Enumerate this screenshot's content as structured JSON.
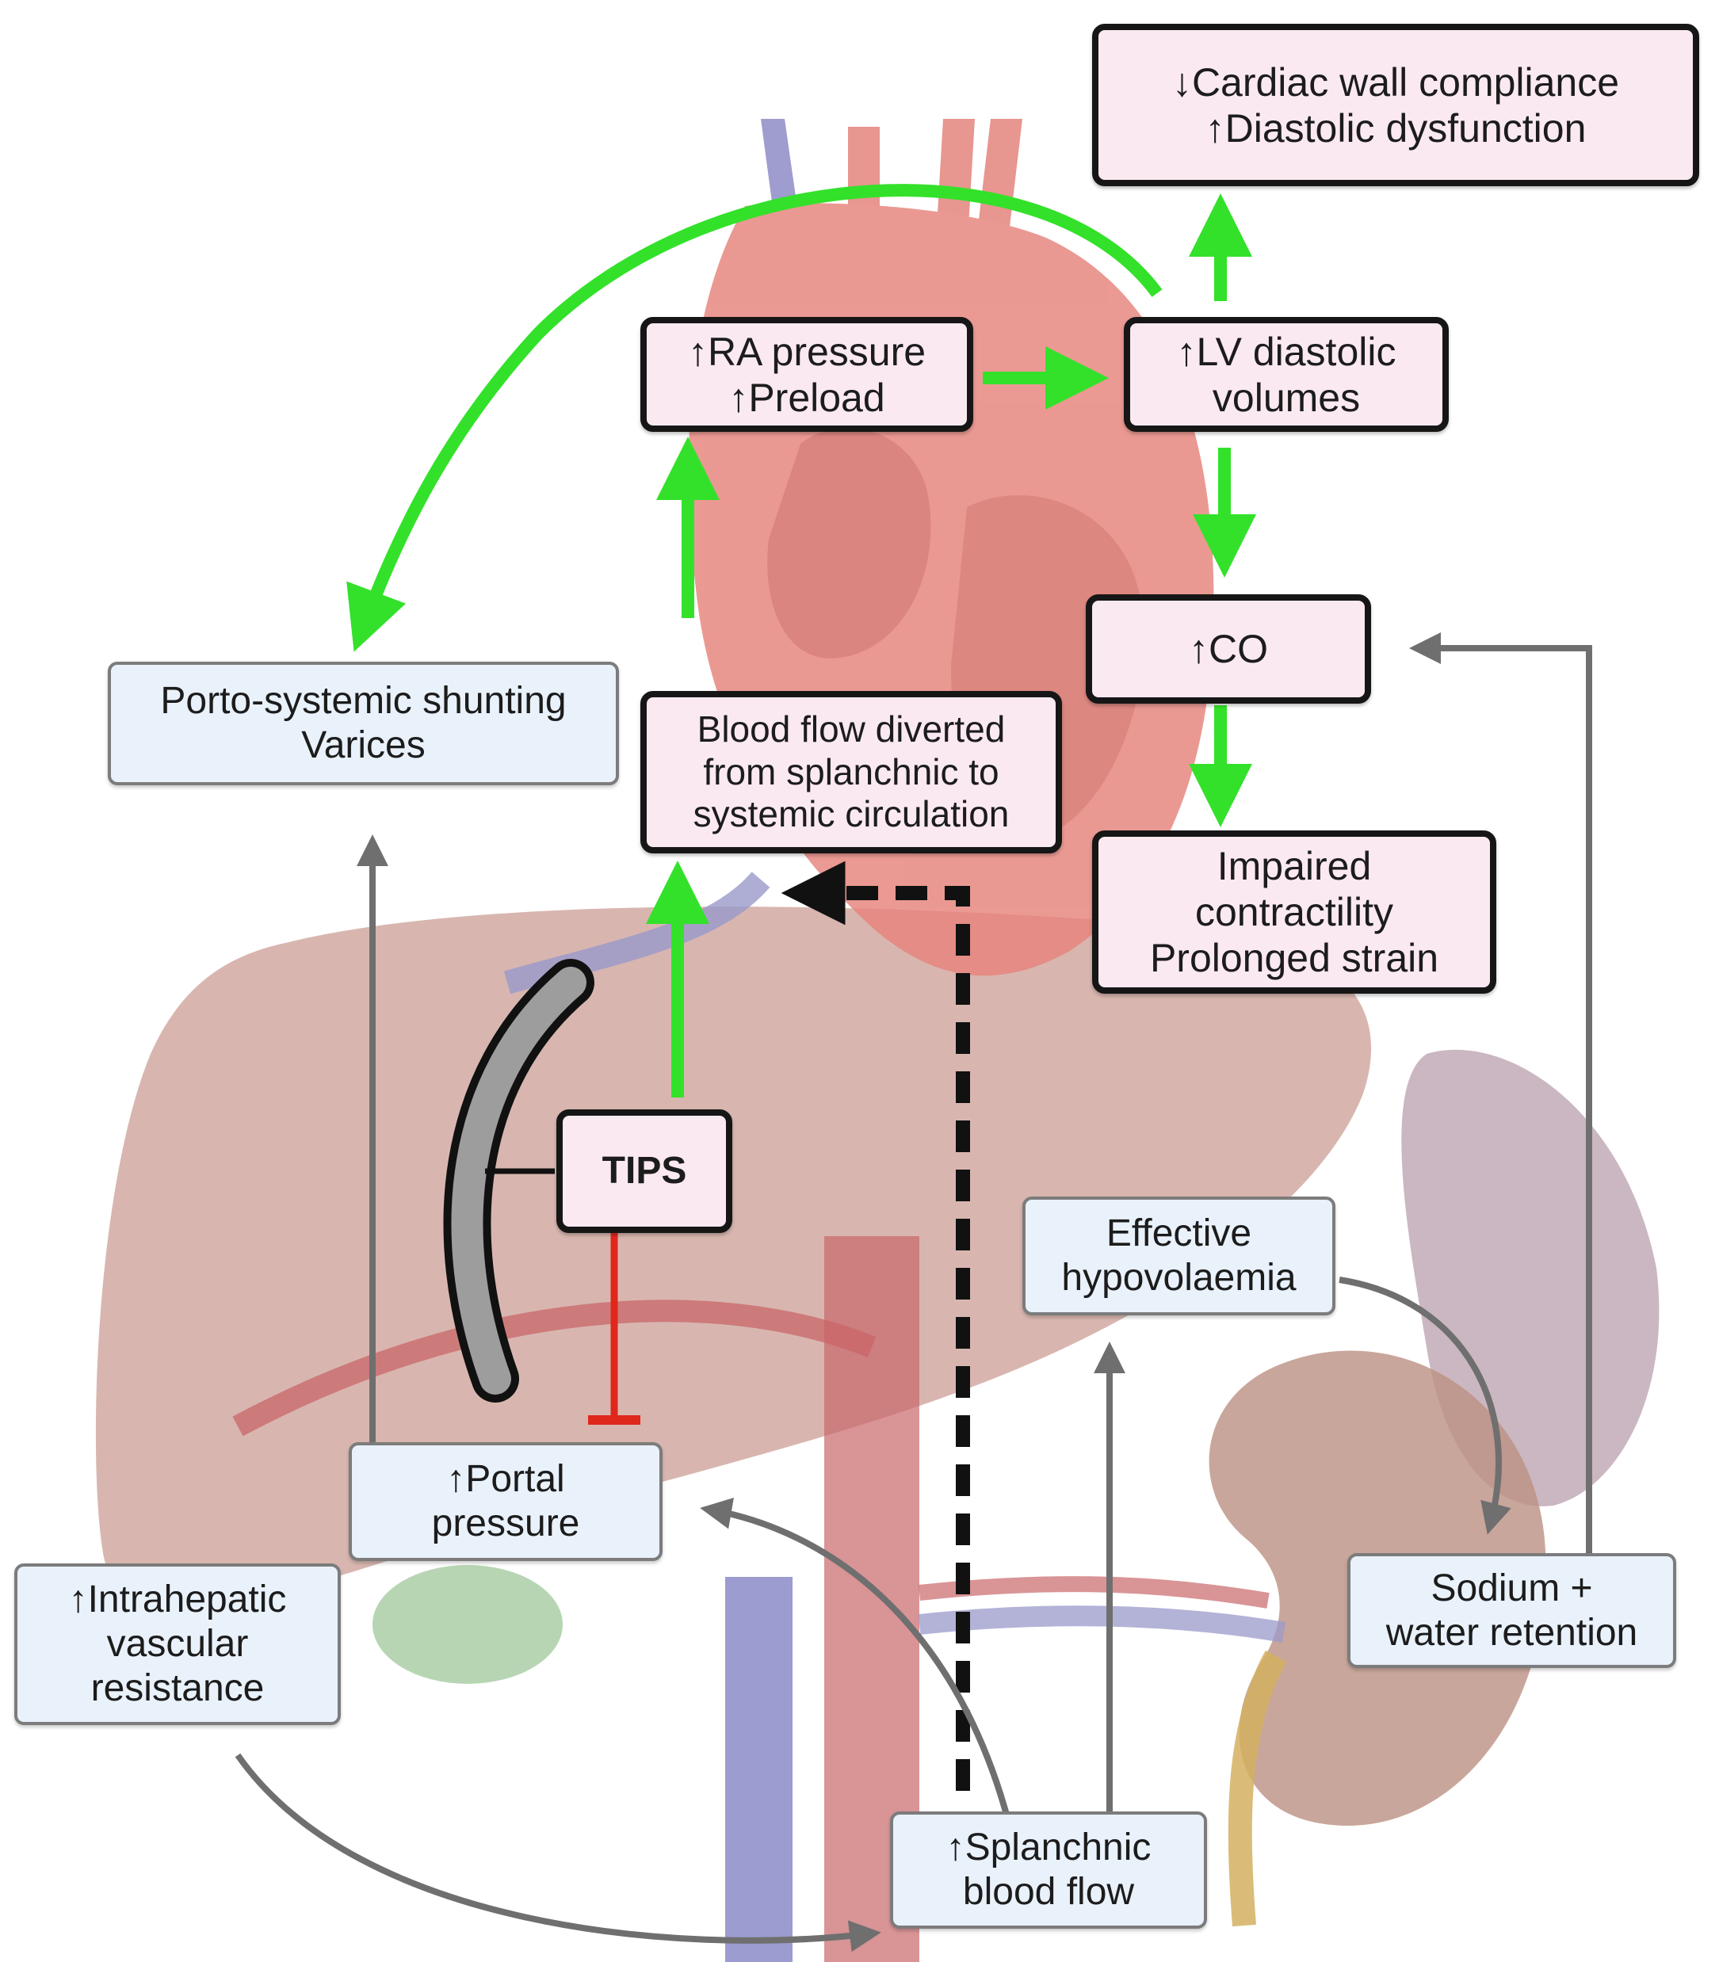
{
  "boxes": {
    "cardiac_compliance": [
      "↓Cardiac wall compliance",
      "↑Diastolic dysfunction"
    ],
    "ra_pressure": [
      "↑RA pressure",
      "↑Preload"
    ],
    "lv_volumes": [
      "↑LV diastolic",
      "volumes"
    ],
    "co": [
      "↑CO"
    ],
    "impaired": [
      "Impaired",
      "contractility",
      "Prolonged strain"
    ],
    "blood_flow_diverted": [
      "Blood flow diverted",
      "from splanchnic to",
      "systemic circulation"
    ],
    "porto_systemic": [
      "Porto-systemic shunting",
      "Varices"
    ],
    "tips": [
      "TIPS"
    ],
    "effective_hypo": [
      "Effective",
      "hypovolaemia"
    ],
    "portal_pressure": [
      "↑Portal",
      "pressure"
    ],
    "intrahepatic": [
      "↑Intrahepatic",
      "vascular",
      "resistance"
    ],
    "sodium": [
      "Sodium +",
      "water retention"
    ],
    "splanchnic": [
      "↑Splanchnic",
      "blood flow"
    ]
  },
  "colors": {
    "cardiac_fill": "#fbe9f2",
    "hepatic_fill": "#e9f1fb",
    "green_arrow": "#33e12a",
    "gray_arrow": "#6f6f6f",
    "inhibit_red": "#e0271c",
    "liver": "#c99a90",
    "heart": "#e6837b",
    "vein": "#9a9acb",
    "artery": "#c9666a"
  }
}
